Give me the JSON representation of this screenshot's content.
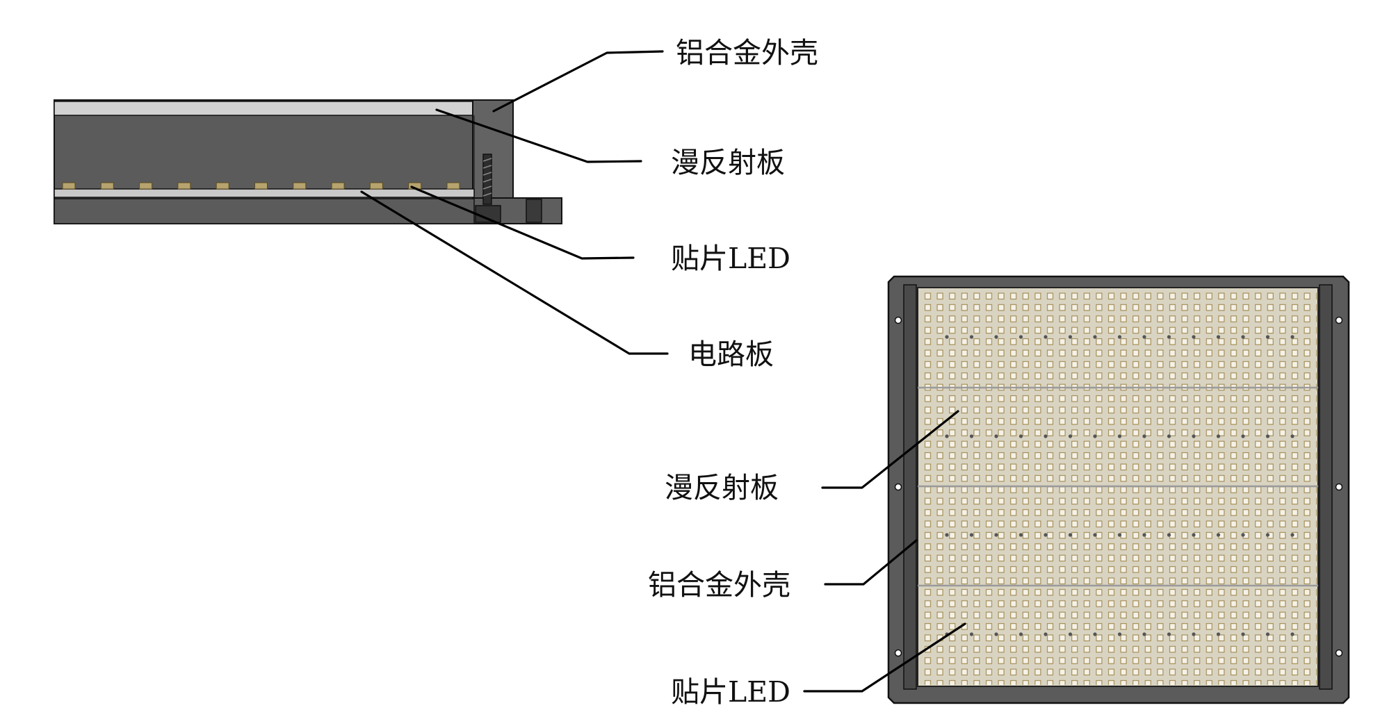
{
  "side_view": {
    "labels": {
      "housing": "铝合金外壳",
      "diffuser": "漫反射板",
      "smd_led": "贴片LED",
      "circuit_board": "电路板"
    }
  },
  "front_view": {
    "labels": {
      "diffuser": "漫反射板",
      "housing": "铝合金外壳",
      "smd_led": "贴片LED"
    }
  },
  "colors": {
    "housing": "#5b5b5b",
    "housing_dark": "#3c3c3c",
    "diffuser": "#cfcfcf",
    "led_panel": "#d9d4c2",
    "led_chip": "#b6a36e",
    "outline": "#111111"
  }
}
